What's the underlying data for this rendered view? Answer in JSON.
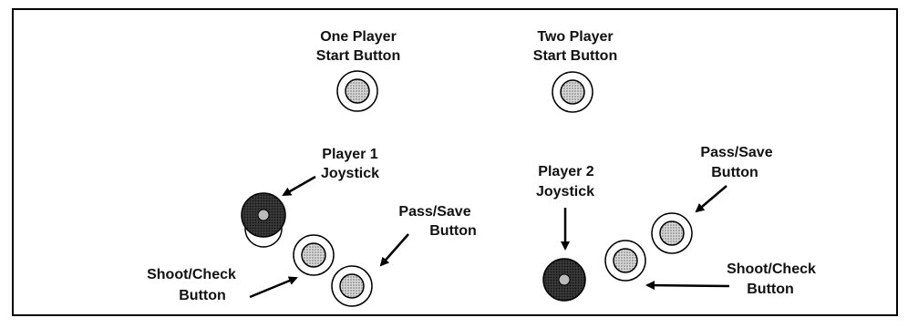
{
  "one_player": {
    "line1": "One Player",
    "line2": "Start Button"
  },
  "two_player": {
    "line1": "Two Player",
    "line2": "Start Button"
  },
  "player1": {
    "joystick": {
      "line1": "Player 1",
      "line2": "Joystick"
    },
    "pass_save": {
      "line1": "Pass/Save",
      "line2": "Button"
    },
    "shoot_check": {
      "line1": "Shoot/Check",
      "line2": "Button"
    }
  },
  "player2": {
    "joystick": {
      "line1": "Player 2",
      "line2": "Joystick"
    },
    "pass_save": {
      "line1": "Pass/Save",
      "line2": "Button"
    },
    "shoot_check": {
      "line1": "Shoot/Check",
      "line2": "Button"
    }
  }
}
